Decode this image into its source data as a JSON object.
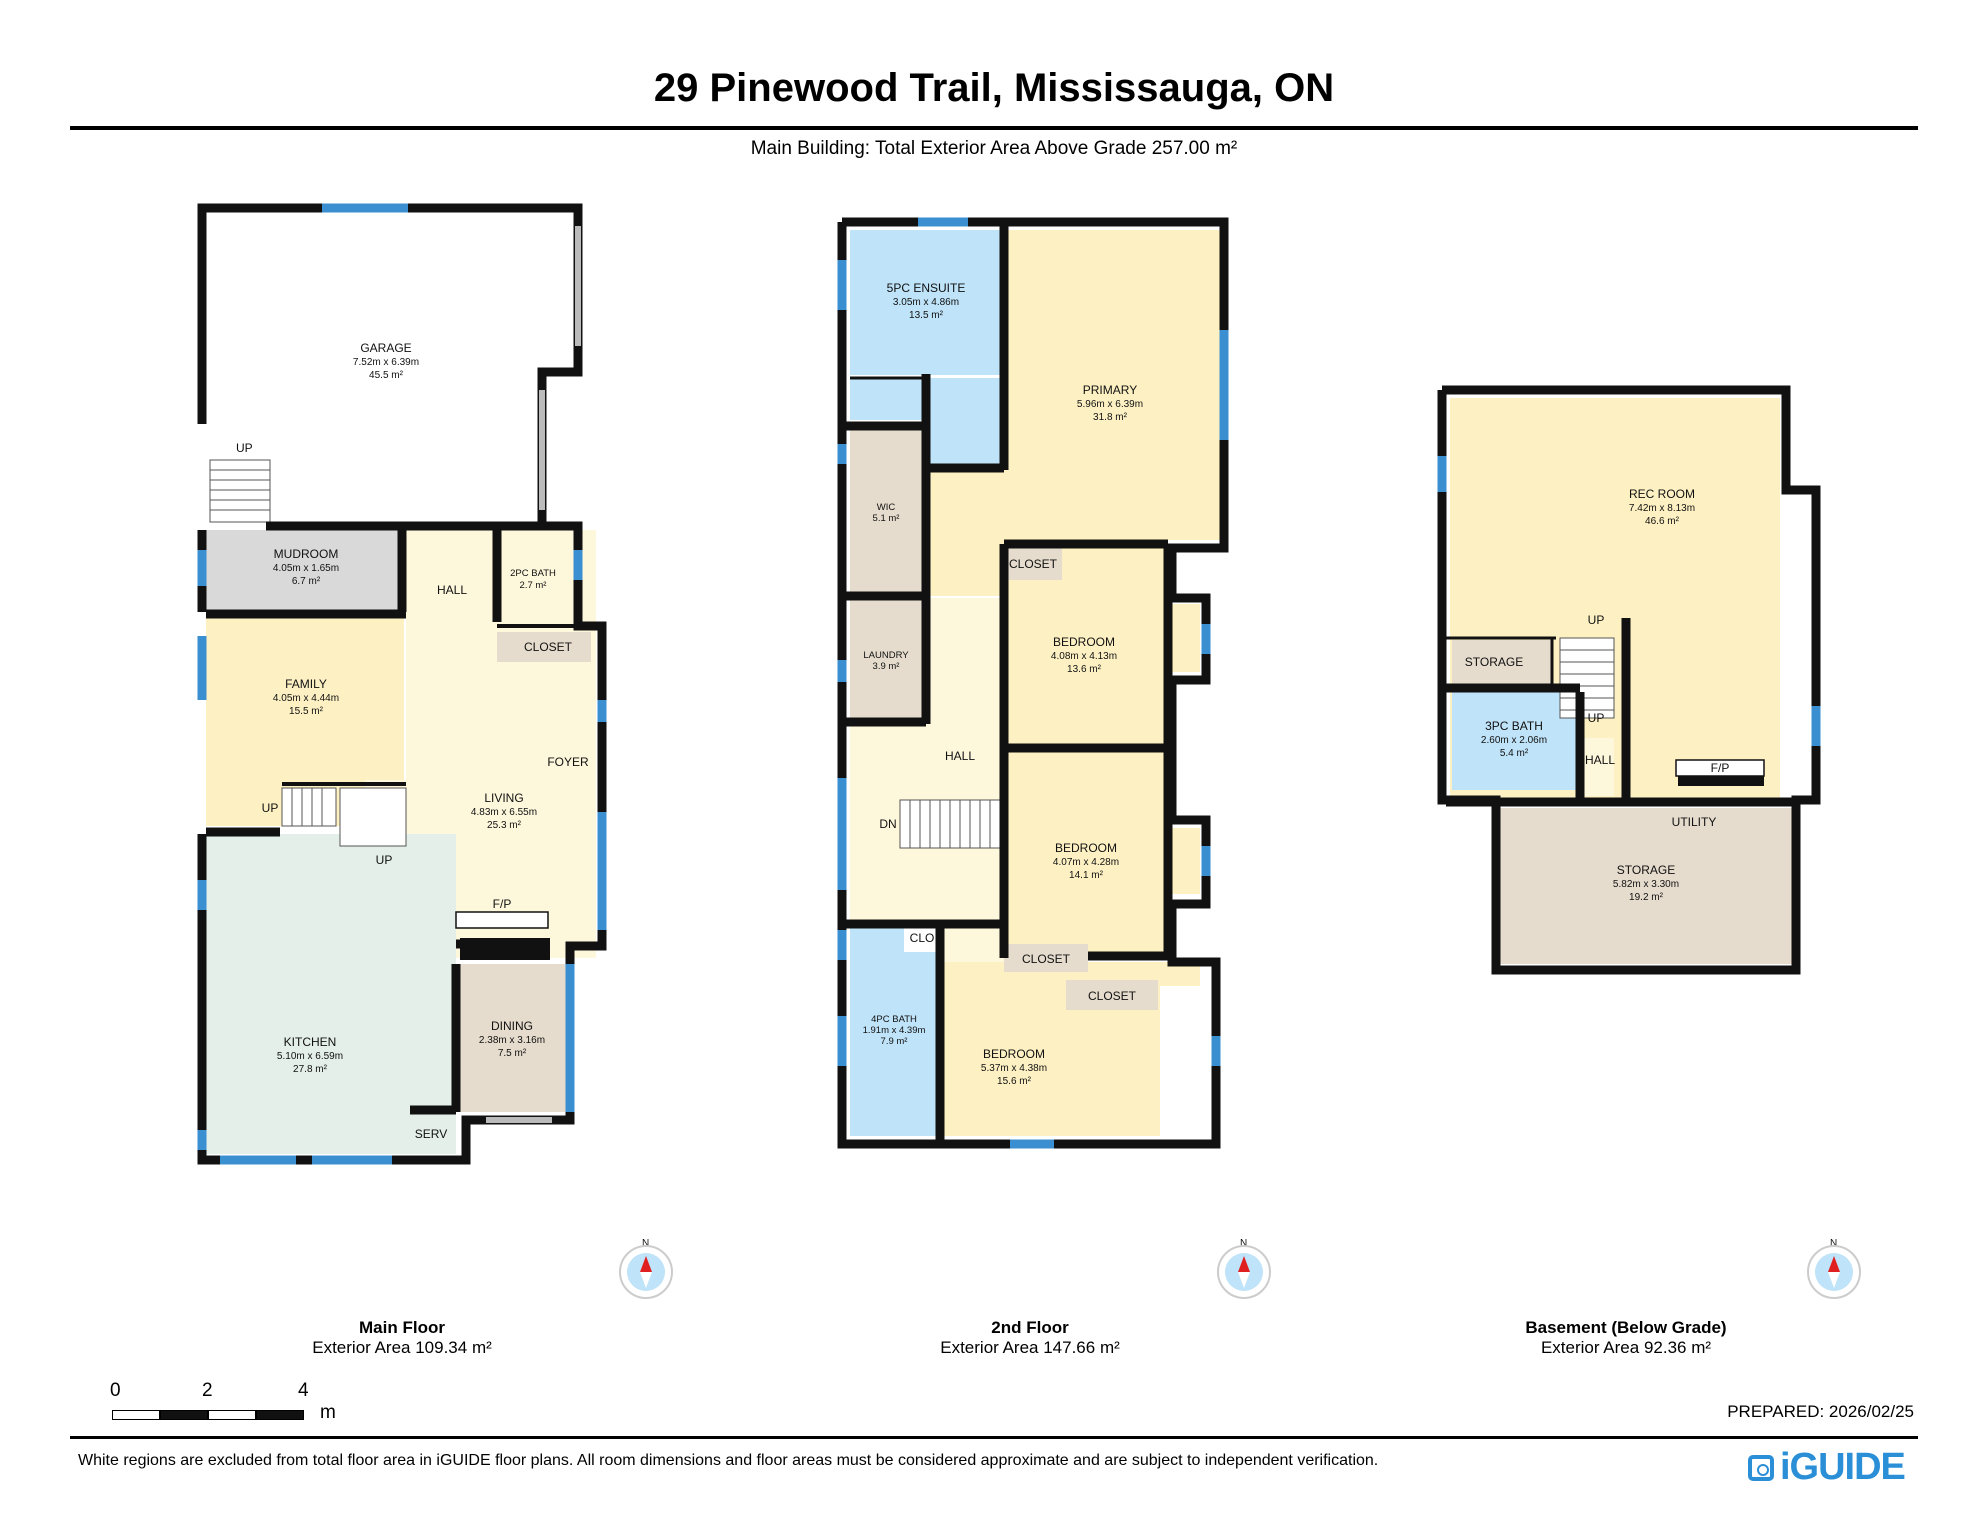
{
  "header": {
    "title": "29 Pinewood Trail, Mississauga, ON",
    "subtitle": "Main Building: Total Exterior Area Above Grade 257.00 m²"
  },
  "floors": [
    {
      "name": "Main Floor",
      "area": "Exterior Area 109.34 m²"
    },
    {
      "name": "2nd Floor",
      "area": "Exterior Area 147.66 m²"
    },
    {
      "name": "Basement (Below Grade)",
      "area": "Exterior Area 92.36 m²"
    }
  ],
  "main_floor": {
    "garage": {
      "name": "GARAGE",
      "dims": "7.52m x 6.39m",
      "area": "45.5 m²"
    },
    "mudroom": {
      "name": "MUDROOM",
      "dims": "4.05m x 1.65m",
      "area": "6.7 m²"
    },
    "bath2": {
      "name": "2PC BATH",
      "area": "2.7 m²"
    },
    "hall": "HALL",
    "closet": "CLOSET",
    "family": {
      "name": "FAMILY",
      "dims": "4.05m x 4.44m",
      "area": "15.5 m²"
    },
    "living": {
      "name": "LIVING",
      "dims": "4.83m x 6.55m",
      "area": "25.3 m²"
    },
    "foyer": "FOYER",
    "fp": "F/P",
    "kitchen": {
      "name": "KITCHEN",
      "dims": "5.10m x 6.59m",
      "area": "27.8 m²"
    },
    "dining": {
      "name": "DINING",
      "dims": "2.38m x 3.16m",
      "area": "7.5 m²"
    },
    "serv": "SERV",
    "up1": "UP",
    "up2": "UP",
    "up3": "UP"
  },
  "second_floor": {
    "ensuite": {
      "name": "5PC ENSUITE",
      "dims": "3.05m x 4.86m",
      "area": "13.5 m²"
    },
    "primary": {
      "name": "PRIMARY",
      "dims": "5.96m x 6.39m",
      "area": "31.8 m²"
    },
    "wic": {
      "name": "WIC",
      "area": "5.1 m²"
    },
    "closet1": "CLOSET",
    "bedroom1": {
      "name": "BEDROOM",
      "dims": "4.08m x 4.13m",
      "area": "13.6 m²"
    },
    "laundry": {
      "name": "LAUNDRY",
      "area": "3.9 m²"
    },
    "hall": "HALL",
    "dn": "DN",
    "bedroom2": {
      "name": "BEDROOM",
      "dims": "4.07m x 4.28m",
      "area": "14.1 m²"
    },
    "clo": "CLO",
    "closet2": "CLOSET",
    "closet3": "CLOSET",
    "bath4": {
      "name": "4PC BATH",
      "dims": "1.91m x 4.39m",
      "area": "7.9 m²"
    },
    "bedroom3": {
      "name": "BEDROOM",
      "dims": "5.37m x 4.38m",
      "area": "15.6 m²"
    }
  },
  "basement": {
    "rec": {
      "name": "REC ROOM",
      "dims": "7.42m x 8.13m",
      "area": "46.6 m²"
    },
    "storage_small": "STORAGE",
    "up1": "UP",
    "up2": "UP",
    "bath3": {
      "name": "3PC BATH",
      "dims": "2.60m x 2.06m",
      "area": "5.4 m²"
    },
    "hall": "HALL",
    "fp": "F/P",
    "utility": "UTILITY",
    "storage": {
      "name": "STORAGE",
      "dims": "5.82m x 3.30m",
      "area": "19.2 m²"
    }
  },
  "compass_label": "N",
  "scale": {
    "ticks": [
      "0",
      "2",
      "4"
    ],
    "unit": "m"
  },
  "prepared": "PREPARED: 2026/02/25",
  "disclaimer": "White regions are excluded from total floor area in iGUIDE floor plans. All room dimensions and floor areas must be considered approximate and are subject to independent verification.",
  "logo": "iGUIDE",
  "colors": {
    "wall": "#111111",
    "window": "#3a8fd1",
    "bath": "#bfe3f8",
    "bedroom": "#fdf1c4",
    "living": "#fdf8dc",
    "kitchen": "#e3efe8",
    "utility": "#e5dccd",
    "mudroom": "#d9d9d9"
  }
}
